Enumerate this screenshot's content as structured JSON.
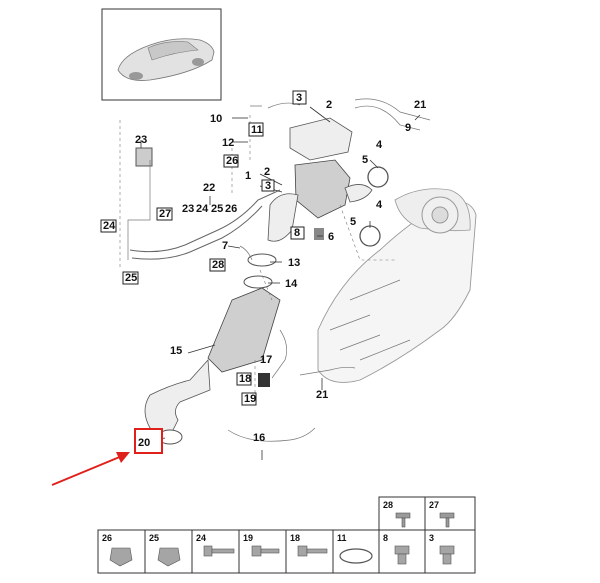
{
  "callouts": {
    "c1": "1",
    "c2a": "2",
    "c2b": "2",
    "c3a": "3",
    "c3b": "3",
    "c4a": "4",
    "c4b": "4",
    "c5a": "5",
    "c5b": "5",
    "c6": "6",
    "c7": "7",
    "c8": "8",
    "c9": "9",
    "c10": "10",
    "c11": "11",
    "c12": "12",
    "c13": "13",
    "c14": "14",
    "c15": "15",
    "c16": "16",
    "c17": "17",
    "c18": "18",
    "c19": "19",
    "c20": "20",
    "c21a": "21",
    "c21b": "21",
    "c22": "22",
    "c23a": "23",
    "c23b": "23",
    "c24a": "24",
    "c24b": "24",
    "c25a": "25",
    "c25b": "25",
    "c26a": "26",
    "c26b": "26",
    "c27": "27",
    "c28": "28"
  },
  "legend": {
    "top": [
      "28",
      "27"
    ],
    "bottom": [
      "26",
      "25",
      "24",
      "19",
      "18",
      "11",
      "8",
      "3"
    ]
  },
  "highlight_color": "#e0201b",
  "arrow_color": "#e0201b"
}
